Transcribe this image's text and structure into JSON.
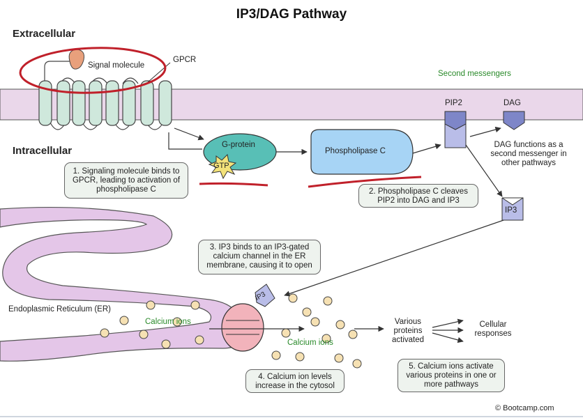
{
  "title": "IP3/DAG Pathway",
  "regions": {
    "extracellular": "Extracellular",
    "intracellular": "Intracellular",
    "er": "Endoplasmic Reticulum (ER)"
  },
  "labels": {
    "signal_molecule": "Signal molecule",
    "gpcr": "GPCR",
    "second_messengers": "Second messengers",
    "pip2": "PIP2",
    "dag": "DAG",
    "ip3": "IP3",
    "ip3_channel": "IP3",
    "g_protein": "G-protein",
    "gtp": "GTP",
    "phospholipase_c": "Phospholipase C",
    "calcium_ions_er": "Calcium ions",
    "calcium_ions_cytosol": "Calcium ions",
    "various_proteins": "Various proteins activated",
    "cellular_responses": "Cellular responses",
    "dag_note": "DAG functions as a second messenger in other pathways",
    "copyright": "© Bootcamp.com"
  },
  "steps": [
    "1. Signaling molecule binds to GPCR, leading to activation of phospholipase C",
    "2. Phospholipase C cleaves PIP2 into DAG and IP3",
    "3. IP3 binds to an IP3-gated calcium channel in the ER membrane, causing it to open",
    "4. Calcium ion levels increase in the cytosol",
    "5. Calcium ions activate various proteins in one or more pathways"
  ],
  "colors": {
    "membrane": "#ead7ea",
    "membrane_line": "#555555",
    "gpcr_fill": "#cfe8dc",
    "g_protein_fill": "#58bfb6",
    "gtp_fill": "#f3e27a",
    "phospholipase_fill": "#a7d4f5",
    "messenger_fill": "#b9bde8",
    "er_fill": "#e4c6e8",
    "channel_fill": "#f2b3bb",
    "calcium_fill": "#f6e1b3",
    "signal_fill": "#e8a07c",
    "annotation_red": "#c0202a",
    "step_box_fill": "#eef3ee"
  }
}
